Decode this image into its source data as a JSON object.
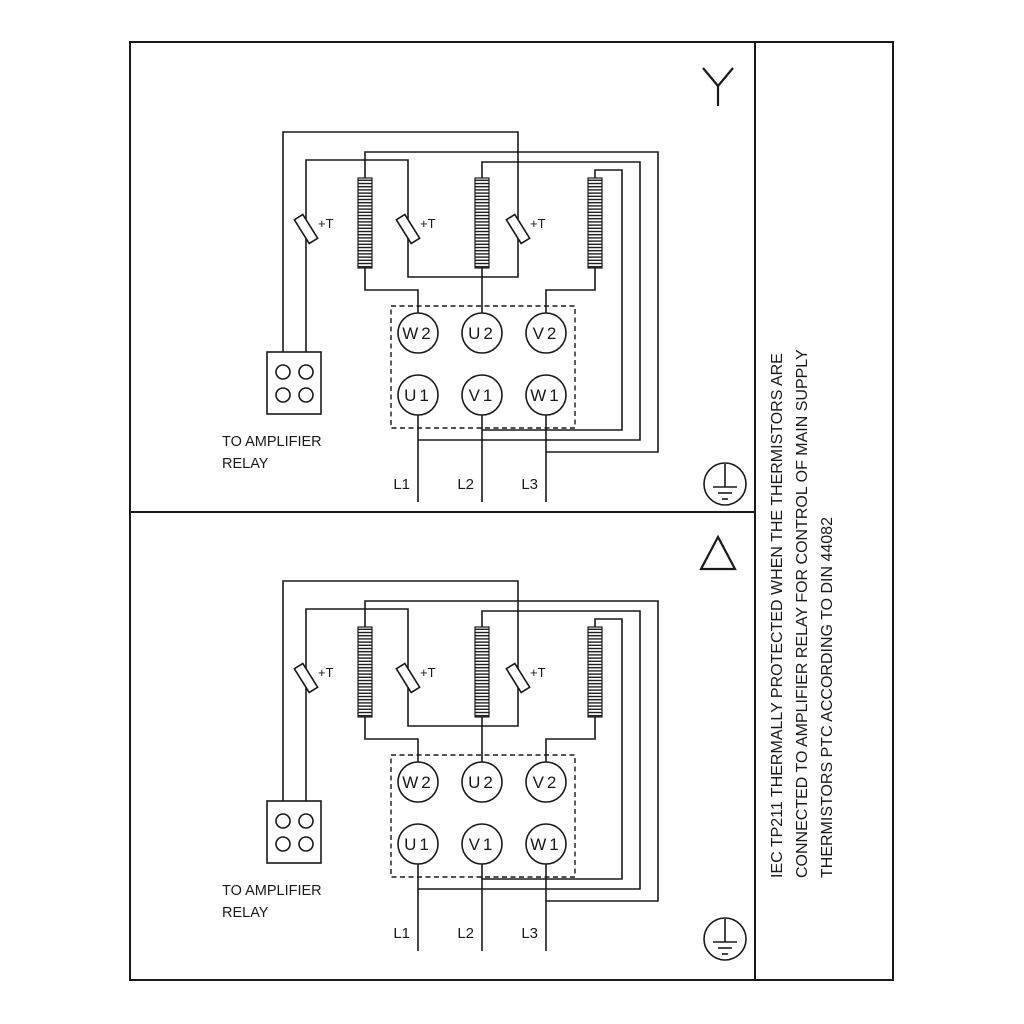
{
  "colors": {
    "ink": "#1a1a1a",
    "background": "#ffffff"
  },
  "note_column": {
    "lines": [
      "IEC TP211 THERMALLY PROTECTED WHEN THE THERMISTORS ARE",
      "CONNECTED TO AMPLIFIER RELAY FOR CONTROL OF MAIN SUPPLY",
      "THERMISTORS PTC ACCORDING TO DIN 44082"
    ]
  },
  "panels": [
    {
      "connection": "star",
      "thermistor_label": "+T",
      "terminals": {
        "top_row": [
          "W2",
          "U2",
          "V2"
        ],
        "bottom_row": [
          "U1",
          "V1",
          "W1"
        ]
      },
      "supply": [
        "L1",
        "L2",
        "L3"
      ],
      "relay_caption": [
        "TO AMPLIFIER",
        "RELAY"
      ]
    },
    {
      "connection": "delta",
      "thermistor_label": "+T",
      "terminals": {
        "top_row": [
          "W2",
          "U2",
          "V2"
        ],
        "bottom_row": [
          "U1",
          "V1",
          "W1"
        ]
      },
      "supply": [
        "L1",
        "L2",
        "L3"
      ],
      "relay_caption": [
        "TO AMPLIFIER",
        "RELAY"
      ]
    }
  ]
}
